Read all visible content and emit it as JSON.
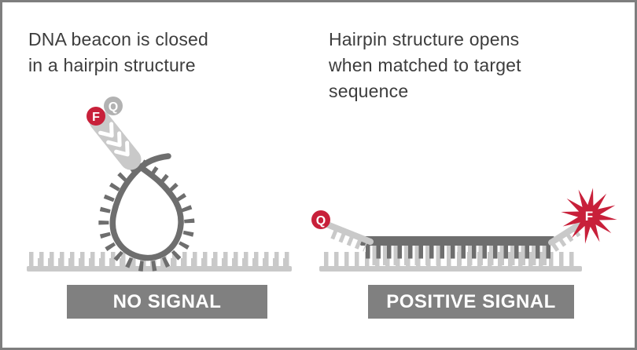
{
  "left_panel": {
    "title": "DNA beacon is closed\nin a hairpin structure",
    "badge_label": "NO SIGNAL",
    "fluorophore_label": "F",
    "quencher_label": "Q"
  },
  "right_panel": {
    "title": "Hairpin structure opens\nwhen matched to target\nsequence",
    "badge_label": "POSITIVE SIGNAL",
    "fluorophore_label": "F",
    "quencher_label": "Q"
  },
  "colors": {
    "accent_red": "#c8203a",
    "quencher_gray": "#b2b2b2",
    "strand_dark_gray": "#6e6e6e",
    "strand_light_gray": "#c9c9c9",
    "badge_gray": "#808080",
    "title_text": "#3d3d3d",
    "border_gray": "#7e7e7e",
    "background": "#ffffff"
  }
}
